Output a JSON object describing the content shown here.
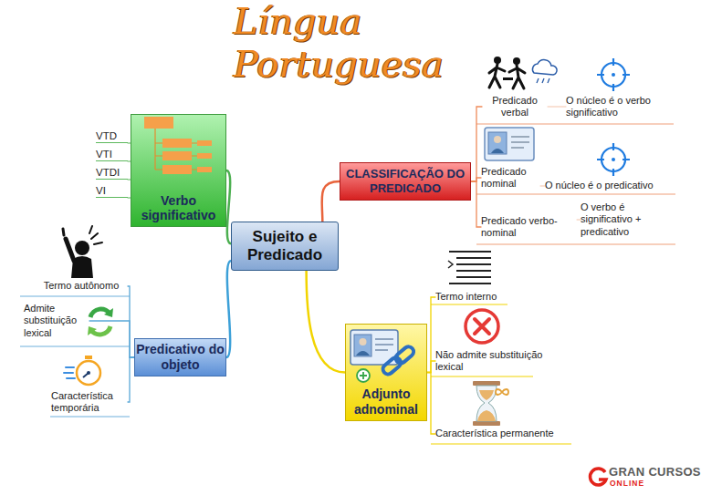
{
  "diagram": {
    "title": "Língua Portuguesa",
    "nodes": [
      {
        "text": [
          "Sujeito e Predicado"
        ]
      },
      {
        "text": [
          "Verbo significativo"
        ]
      },
      {
        "text": [
          "VTD"
        ]
      },
      {
        "text": [
          "VTI"
        ]
      },
      {
        "text": [
          "VTDI"
        ]
      },
      {
        "text": [
          "VI"
        ]
      },
      {
        "text": [
          "CLASSIFICAÇÃO DO PREDICADO"
        ]
      },
      {
        "text": [
          "Predicado verbal"
        ]
      },
      {
        "text": [
          "O núcleo é o verbo significativo"
        ]
      },
      {
        "text": [
          "Predicado nominal"
        ]
      },
      {
        "text": [
          "O núcleo é o predicativo"
        ]
      },
      {
        "text": [
          "Predicado verbo-nominal"
        ]
      },
      {
        "text": [
          "O verbo é significativo + predicativo"
        ]
      },
      {
        "text": [
          "Predicativo do objeto"
        ]
      },
      {
        "text": [
          "Termo autônomo"
        ]
      },
      {
        "text": [
          "Admite substituição lexical"
        ]
      },
      {
        "text": [
          "Característica temporária"
        ]
      },
      {
        "text": [
          "Adjunto adnominal"
        ]
      },
      {
        "text": [
          "Termo interno"
        ]
      },
      {
        "text": [
          "Não admite substituição lexical"
        ]
      },
      {
        "text": [
          "Característica permanente"
        ]
      }
    ],
    "edges": [
      {
        "from": 0,
        "to": 1,
        "arrow": "none"
      },
      {
        "from": 0,
        "to": 6,
        "arrow": "none"
      },
      {
        "from": 0,
        "to": 13,
        "arrow": "none"
      },
      {
        "from": 0,
        "to": 17,
        "arrow": "none"
      },
      {
        "from": 1,
        "to": 2,
        "arrow": "none"
      },
      {
        "from": 1,
        "to": 3,
        "arrow": "none"
      },
      {
        "from": 1,
        "to": 4,
        "arrow": "none"
      },
      {
        "from": 1,
        "to": 5,
        "arrow": "none"
      },
      {
        "from": 6,
        "to": 7,
        "arrow": "none"
      },
      {
        "from": 6,
        "to": 9,
        "arrow": "none"
      },
      {
        "from": 6,
        "to": 11,
        "arrow": "none"
      },
      {
        "from": 7,
        "to": 8,
        "arrow": "none"
      },
      {
        "from": 9,
        "to": 10,
        "arrow": "none"
      },
      {
        "from": 11,
        "to": 12,
        "arrow": "none"
      },
      {
        "from": 13,
        "to": 14,
        "arrow": "none"
      },
      {
        "from": 13,
        "to": 15,
        "arrow": "none"
      },
      {
        "from": 13,
        "to": 16,
        "arrow": "none"
      },
      {
        "from": 17,
        "to": 18,
        "arrow": "none"
      },
      {
        "from": 17,
        "to": 19,
        "arrow": "none"
      },
      {
        "from": 17,
        "to": 20,
        "arrow": "none"
      }
    ],
    "labels": [
      "GRAN CURSOS",
      "ONLINE"
    ]
  }
}
